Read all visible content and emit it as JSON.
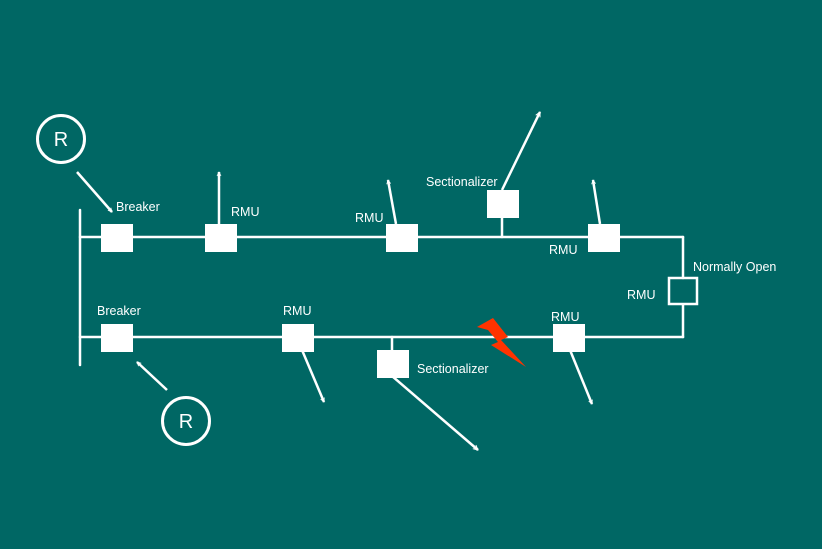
{
  "diagram": {
    "colors": {
      "background": "#006764",
      "line": "#ffffff",
      "fault": "#ff3300"
    },
    "relays": [
      {
        "label": "R"
      },
      {
        "label": "R"
      }
    ],
    "feeder_top": {
      "breaker": "Breaker",
      "rmu_1": "RMU",
      "rmu_2": "RMU",
      "sectionalizer": "Sectionalizer",
      "rmu_3": "RMU"
    },
    "tie": {
      "rmu": "RMU",
      "status": "Normally Open"
    },
    "feeder_bottom": {
      "breaker": "Breaker",
      "rmu_1": "RMU",
      "sectionalizer": "Sectionalizer",
      "rmu_2": "RMU"
    },
    "fault_icon": "lightning-bolt-icon"
  }
}
